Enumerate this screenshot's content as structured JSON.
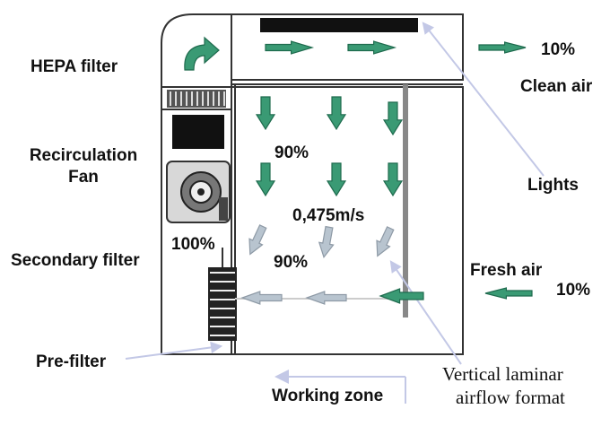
{
  "labels": {
    "hepa_filter": "HEPA filter",
    "recirculation_fan_line1": "Recirculation",
    "recirculation_fan_line2": "Fan",
    "secondary_filter": "Secondary filter",
    "pre_filter": "Pre-filter",
    "clean_air_percent": "10%",
    "clean_air": "Clean air",
    "lights": "Lights",
    "fresh_air": "Fresh air",
    "fresh_air_percent": "10%",
    "downflow_percent": "90%",
    "velocity": "0,475m/s",
    "return_percent": "90%",
    "recirc_percent": "100%",
    "working_zone": "Working zone",
    "vertical_laminar_line1": "Vertical laminar",
    "vertical_laminar_line2": "airflow format"
  },
  "colors": {
    "arrow_green": "#3a9a74",
    "arrow_outline": "#1f6b4e",
    "arrow_grey": "#b8c4cf",
    "pointer_line": "#c3c8e6",
    "cabinet_line": "#333333"
  }
}
